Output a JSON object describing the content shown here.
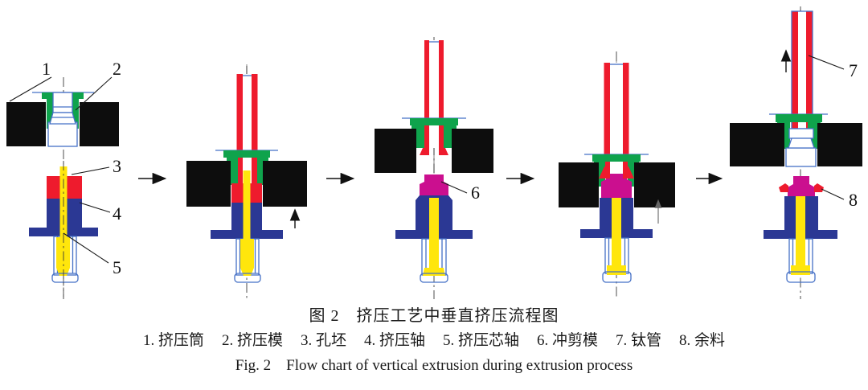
{
  "figure": {
    "caption_zh": "图 2　挤压工艺中垂直挤压流程图",
    "caption_en": "Fig. 2　Flow chart of vertical extrusion during extrusion process",
    "legend_items": [
      "1. 挤压筒",
      "2. 挤压模",
      "3. 孔坯",
      "4. 挤压轴",
      "5. 挤压芯轴",
      "6. 冲剪模",
      "7. 钛管",
      "8. 余料"
    ]
  },
  "part_labels": [
    "1",
    "2",
    "3",
    "4",
    "5",
    "6",
    "7",
    "8"
  ],
  "colors": {
    "container": "#0d0d0d",
    "die": "#0fa34c",
    "billet": "#ee1b2d",
    "shaft": "#2b3894",
    "mandrel": "#ffe60c",
    "punch": "#cb0f8f",
    "outline": "#4570c6"
  }
}
